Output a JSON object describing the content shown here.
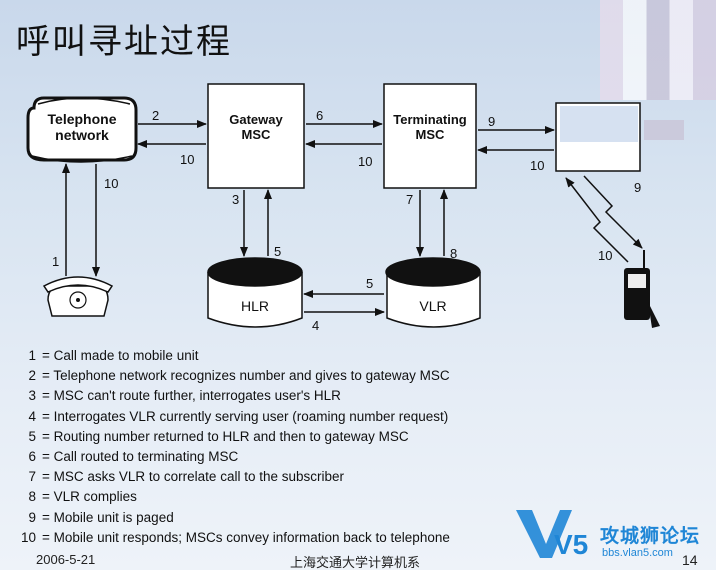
{
  "title": "呼叫寻址过程",
  "diagram": {
    "nodes": {
      "telephone_network": "Telephone\nnetwork",
      "gateway_msc": "Gateway\nMSC",
      "terminating_msc": "Terminating\nMSC",
      "hlr": "HLR",
      "vlr": "VLR"
    },
    "step_labels": {
      "tn_to_gw": "2",
      "gw_to_tn": "10",
      "tn_down": "10",
      "phone_up": "1",
      "gw_to_tm": "6",
      "tm_to_gw": "10",
      "tm_to_bs": "9",
      "bs_to_tm": "10",
      "gw_to_hlr": "3",
      "hlr_to_gw": "5",
      "tm_to_vlr": "7",
      "vlr_to_tm": "8",
      "vlr_to_hlr": "5",
      "hlr_to_vlr": "4",
      "bs_to_mobile": "9",
      "mobile_to_bs": "10"
    }
  },
  "legend": [
    {
      "num": "1",
      "text": "= Call made to mobile unit"
    },
    {
      "num": "2",
      "text": "= Telephone network recognizes number and gives to gateway MSC"
    },
    {
      "num": "3",
      "text": "= MSC can't route further, interrogates user's HLR"
    },
    {
      "num": "4",
      "text": "= Interrogates VLR currently serving user (roaming number request)"
    },
    {
      "num": "5",
      "text": "= Routing number returned to HLR and then to gateway MSC"
    },
    {
      "num": "6",
      "text": "= Call routed to terminating MSC"
    },
    {
      "num": "7",
      "text": "= MSC asks VLR to correlate call to the subscriber"
    },
    {
      "num": "8",
      "text": "= VLR complies"
    },
    {
      "num": "9",
      "text": "= Mobile unit is paged"
    },
    {
      "num": "10",
      "text": "= Mobile unit responds; MSCs convey information back to telephone"
    }
  ],
  "footer": {
    "date": "2006-5-21",
    "organization": "上海交通大学计算机系",
    "page": "14"
  },
  "watermark": {
    "logo_mark": "V5",
    "name": "攻城狮论坛",
    "url": "bbs.vlan5.com"
  },
  "colors": {
    "background_top": "#c9d8eb",
    "background_bottom": "#eef3f9",
    "node_fill": "#ffffff",
    "line": "#111111",
    "watermark": "#1f86d6"
  }
}
